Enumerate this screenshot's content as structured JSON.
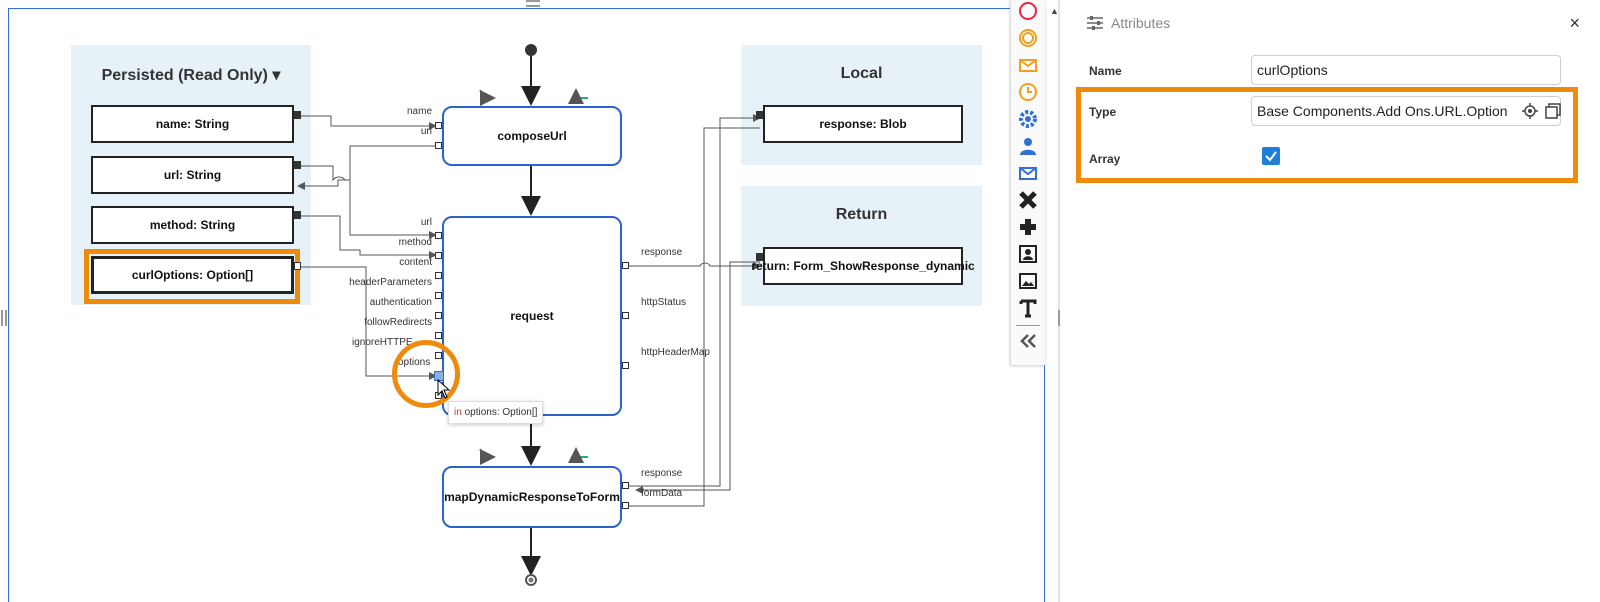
{
  "lanes": {
    "persisted": {
      "title": "Persisted (Read Only)",
      "title_caret": "▾",
      "vars": [
        "name: String",
        "url: String",
        "method: String",
        "curlOptions: Option[]"
      ]
    },
    "local": {
      "title": "Local",
      "vars": [
        "response: Blob"
      ]
    },
    "return": {
      "title": "Return",
      "vars": [
        "return: Form_ShowResponse_dynamic"
      ]
    }
  },
  "nodes": {
    "compose_url": {
      "label": "composeUrl",
      "in_ports": [
        "name",
        "url"
      ]
    },
    "request": {
      "label": "request",
      "in_ports": [
        "url",
        "method",
        "content",
        "headerParameters",
        "authentication",
        "followRedirects",
        "ignoreHTTPE",
        "options"
      ],
      "out_ports": [
        "response",
        "httpStatus",
        "httpHeaderMap"
      ]
    },
    "map_dynamic": {
      "label": "mapDynamicResponseToForm",
      "out_ports": [
        "response",
        "formData"
      ]
    }
  },
  "tooltip": {
    "keyword": "in",
    "text": " options: Option[]"
  },
  "toolbar": {
    "tools": [
      {
        "icon": "start-event-icon",
        "color": "#e8263f"
      },
      {
        "icon": "intermediate-event-icon",
        "color": "#f0a020"
      },
      {
        "icon": "message-event-icon",
        "color": "#f0a020"
      },
      {
        "icon": "timer-event-icon",
        "color": "#f0a020"
      },
      {
        "icon": "service-task-icon",
        "color": "#2f6fd6"
      },
      {
        "icon": "user-task-icon",
        "color": "#2f6fd6"
      },
      {
        "icon": "send-task-icon",
        "color": "#2f6fd6"
      },
      {
        "icon": "exclusive-gateway-icon",
        "color": "#222222"
      },
      {
        "icon": "parallel-gateway-icon",
        "color": "#222222"
      },
      {
        "icon": "subprocess-icon",
        "color": "#222222"
      },
      {
        "icon": "image-icon",
        "color": "#222222"
      },
      {
        "icon": "text-annotation-icon",
        "color": "#222222"
      },
      {
        "icon": "collapse-toolbar-icon",
        "color": "#555555"
      }
    ]
  },
  "panel": {
    "title": "Attributes",
    "close": "×",
    "name_label": "Name",
    "name_value": "curlOptions",
    "type_label": "Type",
    "type_value": "Base Components.Add Ons.URL.Option",
    "array_label": "Array",
    "array_checked": true
  },
  "colors": {
    "accent": "#2f6fd6",
    "highlight": "#f08a0b",
    "lane_bg": "#e7f1f8",
    "teal_arrow": "#1fae8a"
  }
}
